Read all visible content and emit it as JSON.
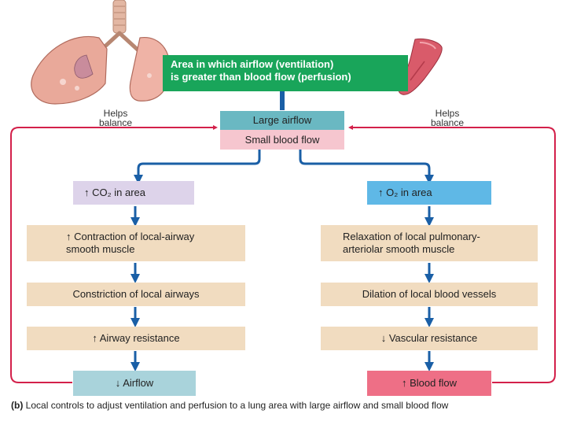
{
  "header": {
    "condition_line1": "Area in which airflow (ventilation)",
    "condition_line2": "is greater than blood flow (perfusion)",
    "helps_left": "Helps balance",
    "helps_right": "Helps balance",
    "large_airflow": "Large airflow",
    "small_blood_flow": "Small blood flow"
  },
  "left_branch": {
    "co2": "↑ CO₂ in area",
    "contraction": "↑ Contraction of local-airway smooth muscle",
    "constriction": "Constriction of local airways",
    "resistance": "↑ Airway resistance",
    "airflow": "↓ Airflow"
  },
  "right_branch": {
    "o2": "↑ O₂ in area",
    "relaxation": "Relaxation of local pulmonary-arteriolar smooth muscle",
    "dilation": "Dilation of local blood vessels",
    "resistance": "↓ Vascular resistance",
    "blood_flow": "↑ Blood flow"
  },
  "caption": {
    "label": "(b)",
    "text": "Local controls to adjust ventilation and perfusion to a lung area with large airflow and small blood flow"
  },
  "colors": {
    "green": "#19a55a",
    "teal": "#6ab8c2",
    "pink": "#f6c6cf",
    "lavender": "#ddd3ea",
    "sky": "#5fb8e6",
    "tan": "#f1dcc0",
    "light_teal": "#a9d3db",
    "rose": "#ee6f86",
    "crimson": "#d3204a",
    "blue_arrow": "#1a5fa6"
  }
}
